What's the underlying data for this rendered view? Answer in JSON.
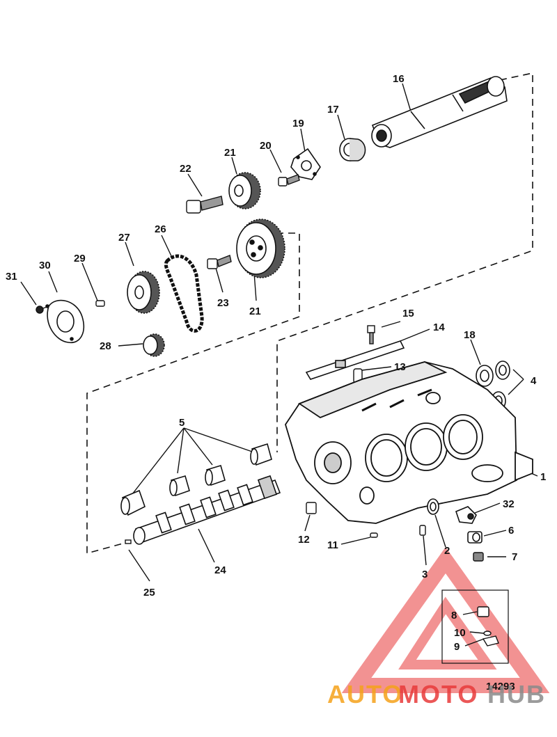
{
  "diagram": {
    "figure_id": "14293",
    "callouts": [
      {
        "id": "c16",
        "text": "16"
      },
      {
        "id": "c17",
        "text": "17"
      },
      {
        "id": "c19",
        "text": "19"
      },
      {
        "id": "c20",
        "text": "20"
      },
      {
        "id": "c21a",
        "text": "21"
      },
      {
        "id": "c22",
        "text": "22"
      },
      {
        "id": "c27",
        "text": "27"
      },
      {
        "id": "c26",
        "text": "26"
      },
      {
        "id": "c23",
        "text": "23"
      },
      {
        "id": "c21b",
        "text": "21"
      },
      {
        "id": "c31",
        "text": "31"
      },
      {
        "id": "c30",
        "text": "30"
      },
      {
        "id": "c29",
        "text": "29"
      },
      {
        "id": "c28",
        "text": "28"
      },
      {
        "id": "c15",
        "text": "15"
      },
      {
        "id": "c14",
        "text": "14"
      },
      {
        "id": "c18",
        "text": "18"
      },
      {
        "id": "c13",
        "text": "13"
      },
      {
        "id": "c4",
        "text": "4"
      },
      {
        "id": "c5",
        "text": "5"
      },
      {
        "id": "c1",
        "text": "1"
      },
      {
        "id": "c32",
        "text": "32"
      },
      {
        "id": "c6",
        "text": "6"
      },
      {
        "id": "c7",
        "text": "7"
      },
      {
        "id": "c12",
        "text": "12"
      },
      {
        "id": "c11",
        "text": "11"
      },
      {
        "id": "c2",
        "text": "2"
      },
      {
        "id": "c3",
        "text": "3"
      },
      {
        "id": "c24",
        "text": "24"
      },
      {
        "id": "c25",
        "text": "25"
      },
      {
        "id": "c8",
        "text": "8"
      },
      {
        "id": "c10",
        "text": "10"
      },
      {
        "id": "c9",
        "text": "9"
      }
    ]
  },
  "watermark": {
    "part1": "AUTO",
    "part2": "MOTO",
    "part3": "HUB",
    "color_orange": "#f5a21b",
    "color_red": "#e83a3a",
    "color_gray": "#8a8a8a"
  }
}
